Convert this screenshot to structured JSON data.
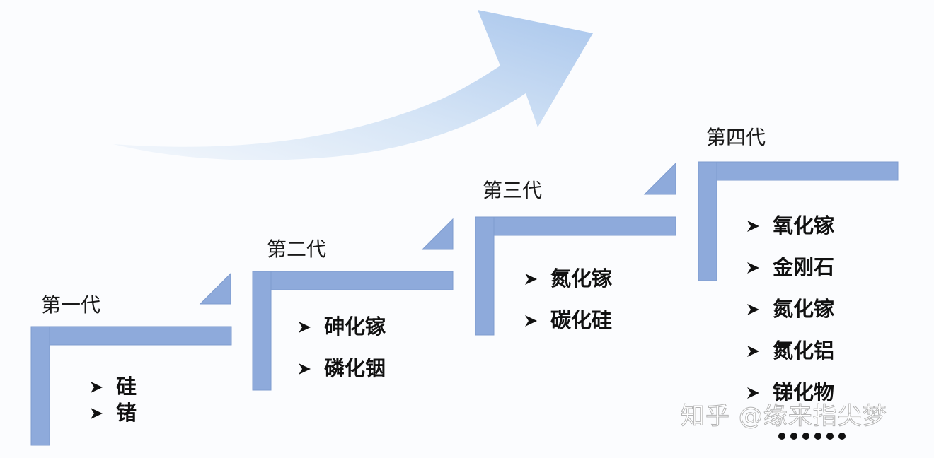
{
  "diagram": {
    "title": "",
    "colors": {
      "step": "#8eaadb",
      "step_edge": "#7f9ccf",
      "arrow_light": "#e4eef9",
      "arrow_dark": "#a9c6ec",
      "text": "#111111",
      "background": "#fbfcfe"
    },
    "generations": [
      {
        "title": "第一代",
        "items": [
          "硅",
          "锗"
        ]
      },
      {
        "title": "第二代",
        "items": [
          "砷化镓",
          "磷化铟"
        ]
      },
      {
        "title": "第三代",
        "items": [
          "氮化镓",
          "碳化硅"
        ]
      },
      {
        "title": "第四代",
        "items": [
          "氧化镓",
          "金刚石",
          "氮化镓",
          "氮化铝",
          "锑化物"
        ]
      }
    ],
    "ellipsis": "……",
    "watermark": "知乎 @缘来指尖梦"
  }
}
